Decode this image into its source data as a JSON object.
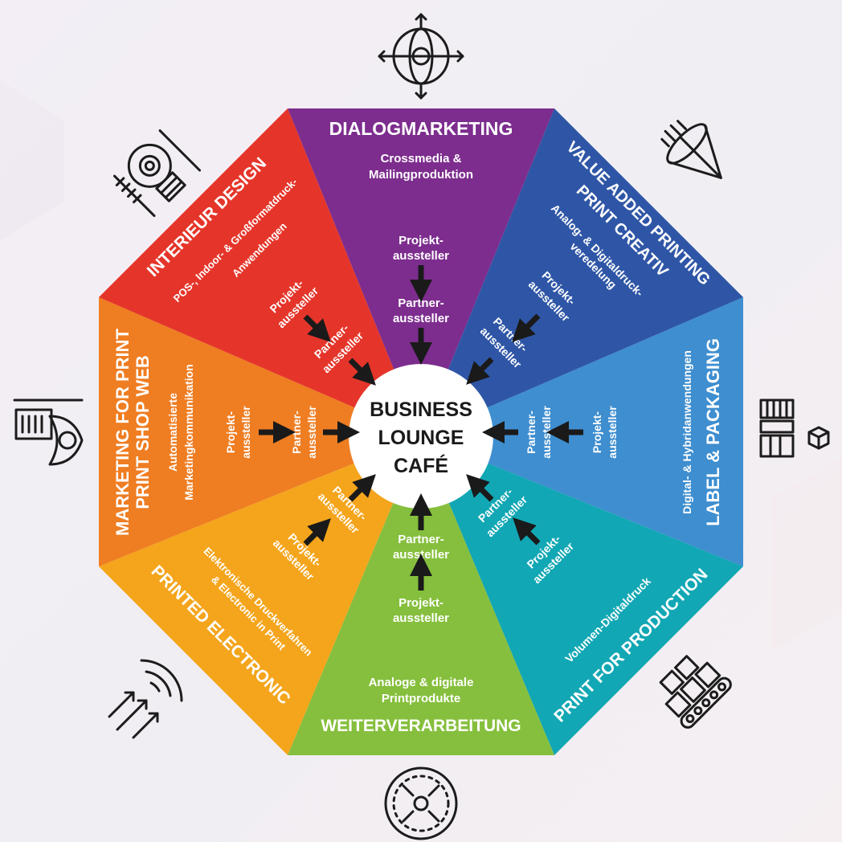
{
  "colors": {
    "interieur": "#e5352a",
    "dialog": "#7d2d8e",
    "value_added": "#2f56a6",
    "label": "#3e8ed0",
    "production": "#12a7b4",
    "weiterverarbeitung": "#86bf3d",
    "printed_electronic": "#f4a51c",
    "marketing": "#ef7d22",
    "center": "#ffffff",
    "arrow": "#1a1a1a"
  },
  "center": {
    "line1": "BUSINESS",
    "line2": "LOUNGE",
    "line3": "CAFÉ"
  },
  "segments": {
    "dialog": {
      "title": "DIALOGMARKETING",
      "sub1": "Crossmedia &",
      "sub2": "Mailingproduktion",
      "projekt1": "Projekt-",
      "projekt2": "aussteller",
      "partner1": "Partner-",
      "partner2": "aussteller"
    },
    "value_added": {
      "title1": "VALUE ADDED PRINTING",
      "title2": "PRINT CREATIV",
      "sub1": "Analog- & Digitaldruck-",
      "sub2": "veredelung",
      "projekt1": "Projekt-",
      "projekt2": "aussteller",
      "partner1": "Partner-",
      "partner2": "aussteller"
    },
    "label": {
      "title": "LABEL & PACKAGING",
      "sub": "Digital- & Hybridanwendungen",
      "projekt1": "Projekt-",
      "projekt2": "aussteller",
      "partner1": "Partner-",
      "partner2": "aussteller"
    },
    "production": {
      "title": "PRINT FOR PRODUCTION",
      "sub": "Volumen-Digitaldruck",
      "projekt1": "Projekt-",
      "projekt2": "aussteller",
      "partner1": "Partner-",
      "partner2": "aussteller"
    },
    "weiterverarbeitung": {
      "title": "WEITERVERARBEITUNG",
      "sub1": "Analoge & digitale",
      "sub2": "Printprodukte",
      "projekt1": "Projekt-",
      "projekt2": "aussteller",
      "partner1": "Partner-",
      "partner2": "aussteller"
    },
    "printed_electronic": {
      "title": "PRINTED ELECTRONIC",
      "sub1": "Elektronische Druckverfahren",
      "sub2": "& Electronic in Print",
      "projekt1": "Projekt-",
      "projekt2": "aussteller",
      "partner1": "Partner-",
      "partner2": "aussteller"
    },
    "marketing": {
      "title1": "MARKETING FOR PRINT",
      "title2": "PRINT SHOP WEB",
      "sub1": "Automatisierte",
      "sub2": "Marketingkommunikation",
      "projekt1": "Projekt-",
      "projekt2": "aussteller",
      "partner1": "Partner-",
      "partner2": "aussteller"
    },
    "interieur": {
      "title": "INTERIEUR DESIGN",
      "sub1": "POS-, Indoor- & Großformatdruck-",
      "sub2": "Anwendungen",
      "projekt1": "Projekt-",
      "projekt2": "aussteller",
      "partner1": "Partner-",
      "partner2": "aussteller"
    }
  },
  "icons": {
    "top": "globe-arrows-icon",
    "top_right": "cone-megaphone-icon",
    "right": "buildings-cube-icon",
    "bottom_right": "conveyor-boxes-icon",
    "bottom": "circle-arrows-icon",
    "bottom_left": "radar-arrows-icon",
    "left": "document-eye-icon",
    "top_left": "lightbulb-gear-icon"
  }
}
